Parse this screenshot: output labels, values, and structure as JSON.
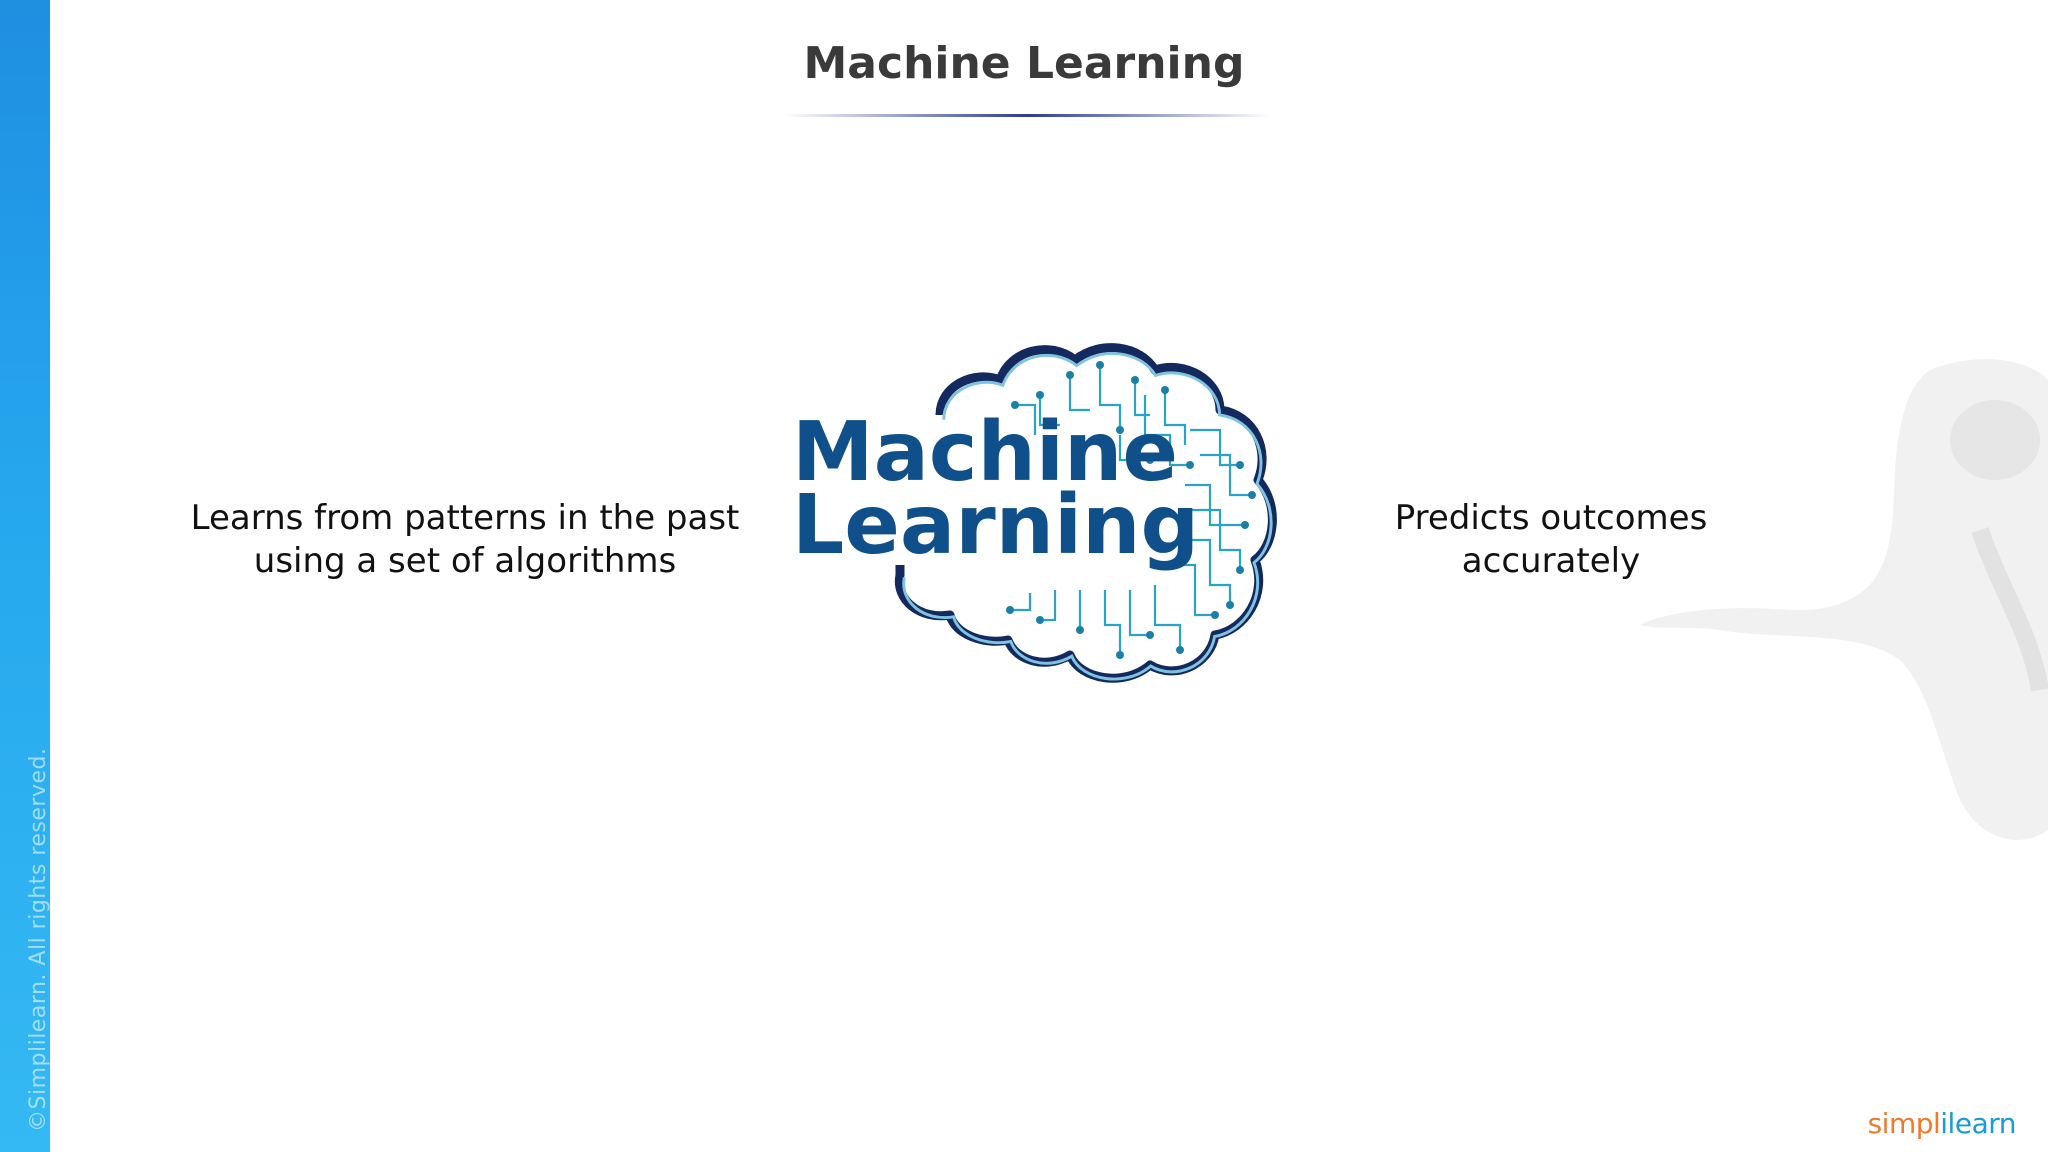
{
  "slide": {
    "title": "Machine Learning",
    "left_text": [
      "Learns from patterns in the past",
      "using a set of algorithms"
    ],
    "right_text": [
      "Predicts outcomes",
      "accurately"
    ],
    "copyright": "©Simplilearn. All rights reserved."
  },
  "logo": {
    "line1": "Machine",
    "line2": "Learning"
  },
  "brand": {
    "part1": "simpl",
    "part2": "ilearn"
  },
  "colors": {
    "accent_bar": "#1f8fe0",
    "logo_text": "#0f4f8a",
    "circuit": "#2aa3c9",
    "brain_outline": "#142a5e",
    "title_rule": "#2b3d96",
    "brand_orange": "#f07a2c",
    "brand_blue": "#1a9ad6"
  }
}
